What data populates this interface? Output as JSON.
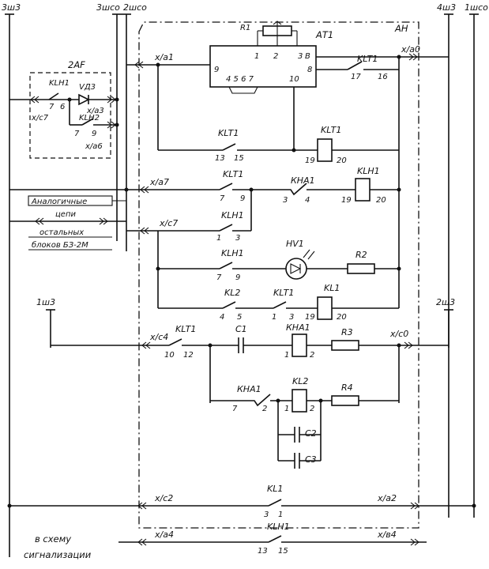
{
  "buses": {
    "b3sh3": "3ш3",
    "b3shso": "3шсо",
    "b2shso": "2шсо",
    "b4sh3": "4ш3",
    "b1shso": "1шсо",
    "b1sh3": "1ш3",
    "b2sh3": "2ш3"
  },
  "block": {
    "name": "АН"
  },
  "at1": {
    "name": "АТ1",
    "r1": "R1",
    "p1": "1",
    "p2": "2",
    "p3": "3",
    "p3b": "В",
    "p8": "8",
    "p9": "9",
    "p10": "10",
    "p4567": "4 5 6 7"
  },
  "af": {
    "name": "2АF",
    "klh1": "KLH1",
    "vd3": "VД3",
    "klh2": "KLH2",
    "p6": "6",
    "p7": "7",
    "p9": "9",
    "x_a3": "х/а3",
    "x_c7": "х/с7",
    "x_a6": "х/а6"
  },
  "terminals": {
    "x_a1": "х/а1",
    "x_a0": "х/а0",
    "x_a7": "х/а7",
    "x_c7": "х/с7",
    "x_c4": "х/с4",
    "x_c0": "х/с0",
    "x_c2": "х/с2",
    "x_a2": "х/а2",
    "x_a4": "х/а4",
    "x_b4": "х/в4"
  },
  "contacts": {
    "klt1_top": {
      "name": "KLT1",
      "p1": "17",
      "p2": "16"
    },
    "klt1_a": {
      "name": "KLT1",
      "p1": "13",
      "p2": "15"
    },
    "klt1_b": {
      "name": "KLT1",
      "p1": "7",
      "p2": "9"
    },
    "kha1_a": {
      "name": "КНА1",
      "p1": "3",
      "p2": "4"
    },
    "klh1_a": {
      "name": "KLH1",
      "p1": "1",
      "p2": "3"
    },
    "klh1_b": {
      "name": "KLH1",
      "p1": "7",
      "p2": "9"
    },
    "kl2_a": {
      "name": "KL2",
      "p1": "4",
      "p2": "5"
    },
    "klt1_c": {
      "name": "KLT1",
      "p1": "1",
      "p2": "3"
    },
    "klt1_d": {
      "name": "KLT1",
      "p1": "10",
      "p2": "12"
    },
    "kha1_b": {
      "name": "КНА1",
      "p1": "7",
      "p2": "2"
    },
    "kl1_a": {
      "name": "KL1",
      "p1": "3",
      "p2": "1"
    },
    "klh1_c": {
      "name": "KLH1",
      "p1": "13",
      "p2": "15"
    }
  },
  "coils": {
    "klt1": {
      "name": "KLT1",
      "p1": "19",
      "p2": "20"
    },
    "klh1": {
      "name": "KLH1",
      "p1": "19",
      "p2": "20"
    },
    "kl1": {
      "name": "KL1",
      "p1": "19",
      "p2": "20"
    },
    "kha1": {
      "name": "КНА1",
      "p1": "1",
      "p2": "2"
    },
    "kl2": {
      "name": "KL2",
      "p1": "1",
      "p2": "2"
    }
  },
  "components": {
    "hv1": "HV1",
    "r2": "R2",
    "r3": "R3",
    "r4": "R4",
    "c1": "C1",
    "c2": "C2",
    "c3": "C3"
  },
  "notes": {
    "analog_line1": "Аналогичные",
    "analog_line2": "цепи",
    "analog_line3": "остальных",
    "analog_line4": "блоков БЗ-2М",
    "signal_line1": "в схему",
    "signal_line2": "сигнализации"
  }
}
